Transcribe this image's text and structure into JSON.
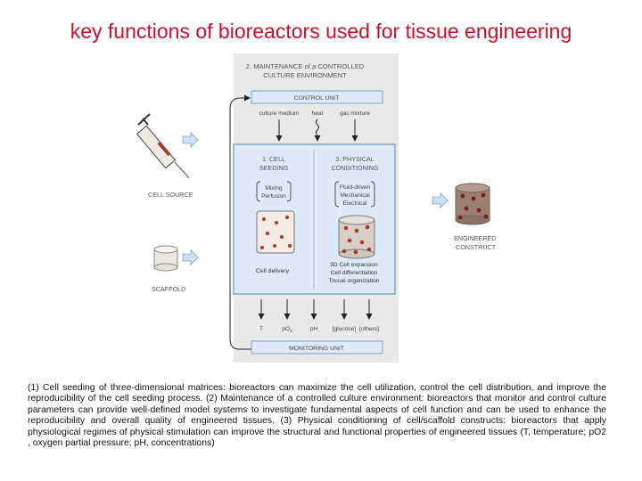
{
  "title": "key functions of bioreactors used for tissue engineering",
  "diagram": {
    "maintenance_line1": "2. MAINTENANCE of a CONTROLLED",
    "maintenance_line2": "CULTURE ENVIRONMENT",
    "control_unit": "CONTROL UNIT",
    "inputs": [
      "culture medium",
      "heat",
      "gas mixture"
    ],
    "seeding_line1": "1. CELL",
    "seeding_line2": "SEEDING",
    "seeding_methods": [
      "Mixing",
      "Perfusion"
    ],
    "physical_line1": "3. PHYSICAL",
    "physical_line2": "CONDITIONING",
    "physical_methods": [
      "Fluid-driven",
      "Mechanical",
      "Electrical"
    ],
    "cell_delivery": "Cell delivery",
    "outcomes": [
      "3D Cell expansion",
      "Cell differentiation",
      "Tissue organization"
    ],
    "monitored": [
      "T",
      "pO",
      "pH",
      "[glucose]",
      "[others]"
    ],
    "po2_subscript": "2",
    "monitoring_unit": "MONITORING UNIT",
    "cell_source": "CELL SOURCE",
    "scaffold": "SCAFFOLD",
    "engineered_line1": "ENGINEERED",
    "engineered_line2": "CONSTRUCT"
  },
  "caption": "(1) Cell seeding of three-dimensional matrices: bioreactors can maximize the cell utilization, control the cell distribution, and improve the reproducibility of the cell seeding process. (2) Maintenance of a controlled culture environment: bioreactors that monitor and control culture parameters can provide well-defined model systems to investigate fundamental aspects of cell function and can be used to enhance the reproducibility and overall quality of engineered tissues. (3) Physical conditioning of cell/scaffold constructs: bioreactors that apply physiological regimes of physical stimulation can improve the structural and functional properties of engineered tissues (T, temperature; pO2 , oxygen partial pressure; pH, concentrations)",
  "colors": {
    "title": "#c8102e",
    "panel": "#e9e9e9",
    "blue_box": "#dfe9f7",
    "blue_border": "#7ea1cc",
    "arrow_fill": "#cfe0f4",
    "label_text": "#555555",
    "cell_red": "#a63a2c"
  }
}
